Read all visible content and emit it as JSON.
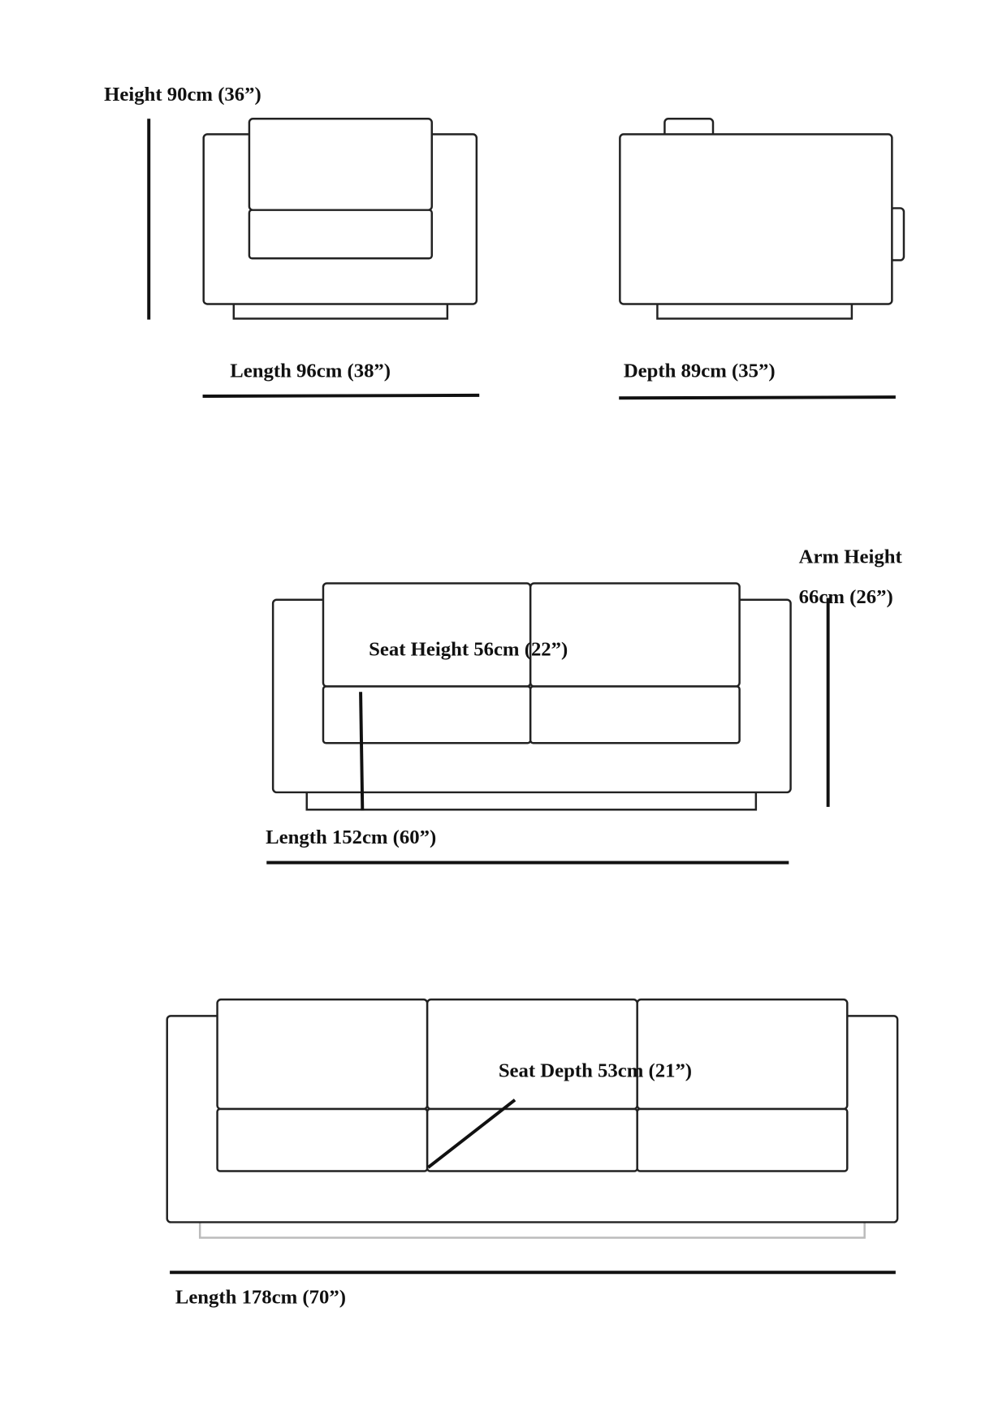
{
  "chair": {
    "height_label": "Height 90cm (36”)",
    "length_label": "Length 96cm (38”)",
    "depth_label": "Depth 89cm (35”)"
  },
  "loveseat": {
    "arm_height_label_line1": "Arm Height",
    "arm_height_label_line2": "66cm (26”)",
    "seat_height_label": "Seat Height 56cm (22”)",
    "length_label": "Length 152cm (60”)"
  },
  "sofa": {
    "seat_depth_label": "Seat Depth 53cm (21”)",
    "length_label": "Length 178cm (70”)"
  },
  "colors": {
    "line": "#222222",
    "background": "#ffffff"
  }
}
